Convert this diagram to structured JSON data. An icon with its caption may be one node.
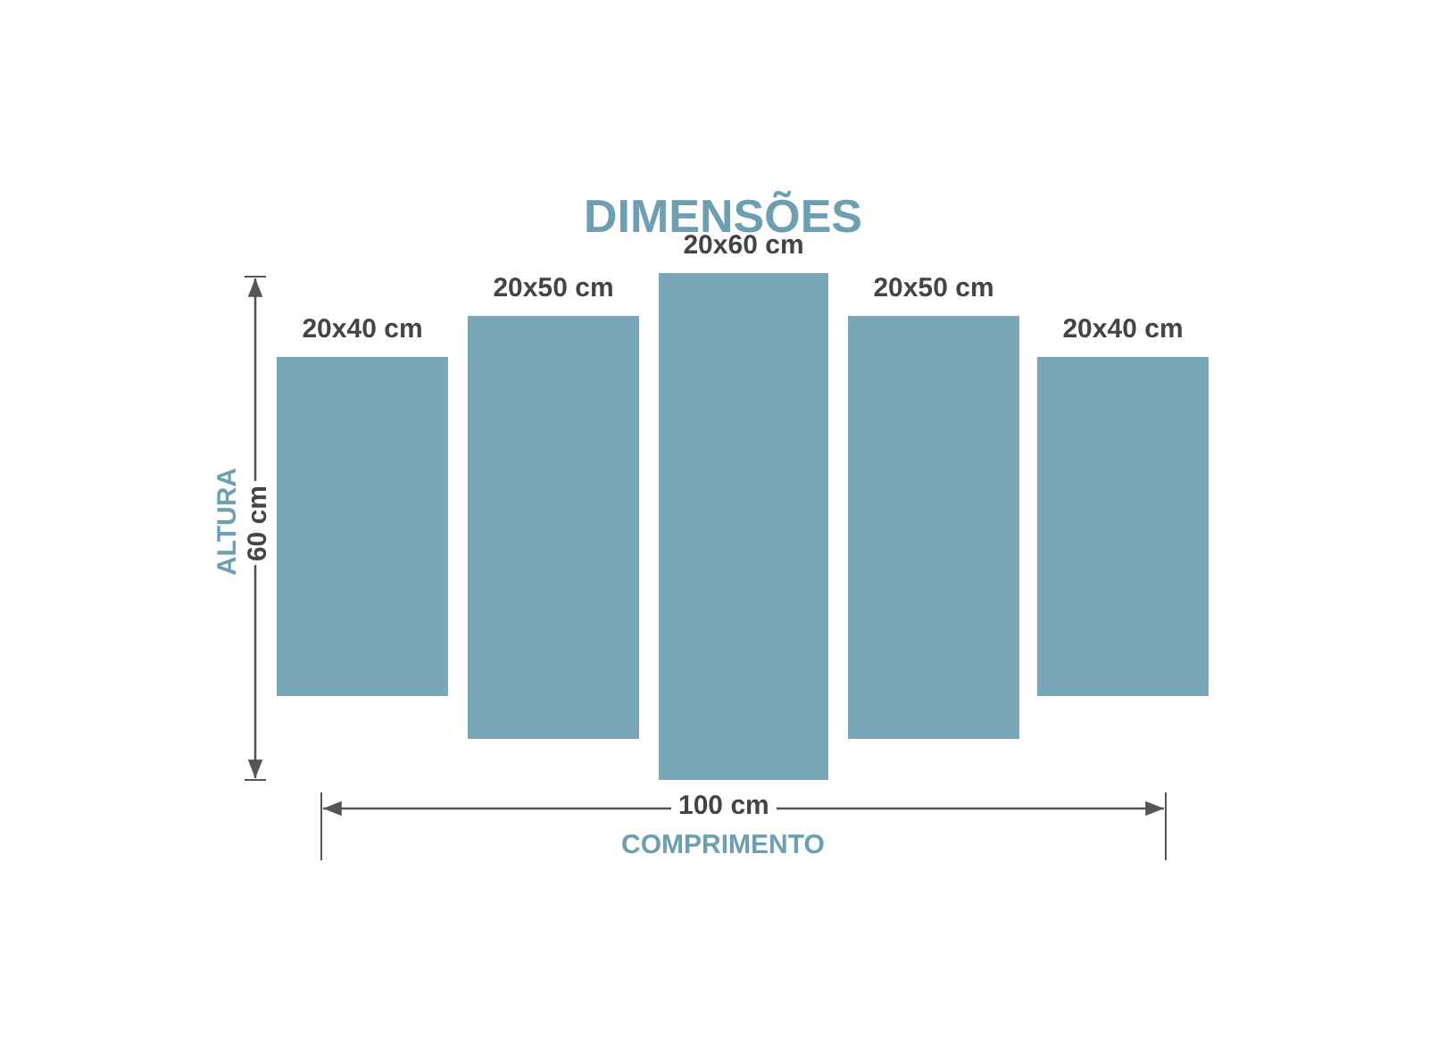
{
  "diagram": {
    "title": "DIMENSÕES",
    "nodes": [
      {
        "text": [
          "20x40 cm"
        ]
      },
      {
        "text": [
          "20x50 cm"
        ]
      },
      {
        "text": [
          "20x60 cm"
        ]
      },
      {
        "text": [
          "20x50 cm"
        ]
      },
      {
        "text": [
          "20x40 cm"
        ]
      }
    ],
    "labels": [
      "ALTURA",
      "60 cm",
      "100 cm",
      "COMPRIMENTO"
    ]
  }
}
